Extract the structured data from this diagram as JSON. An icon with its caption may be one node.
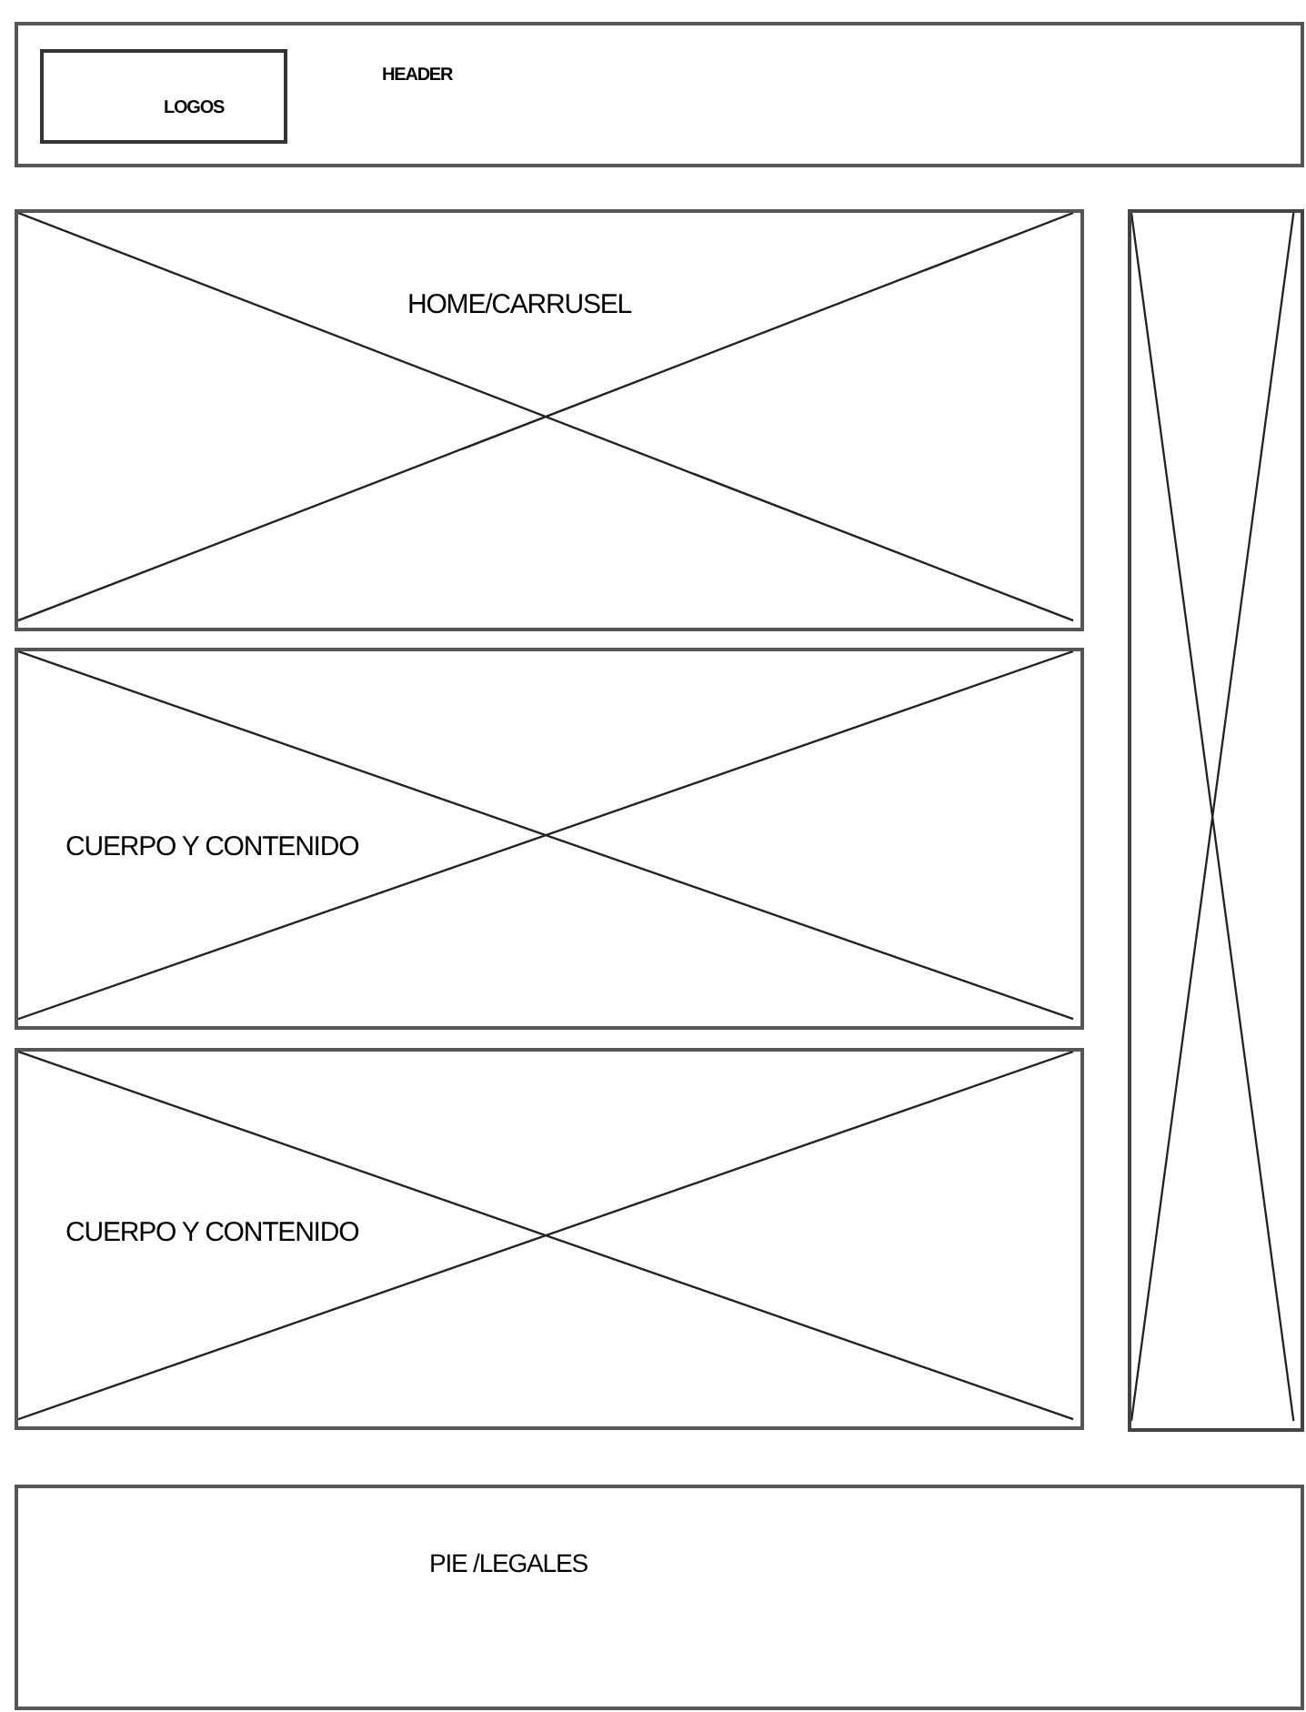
{
  "diagram": {
    "nodes": [
      {
        "text": [
          "HEADER"
        ]
      },
      {
        "text": [
          "LOGOS"
        ],
        "in": 0
      },
      {
        "text": [
          "HOME/CARRUSEL"
        ]
      },
      {
        "text": [
          "CUERPO Y CONTENIDO"
        ]
      },
      {
        "text": [
          "CUERPO Y CONTENIDO"
        ]
      },
      {
        "text": [],
        "shape": "box"
      },
      {
        "text": [
          "PIE /LEGALES"
        ]
      }
    ]
  }
}
